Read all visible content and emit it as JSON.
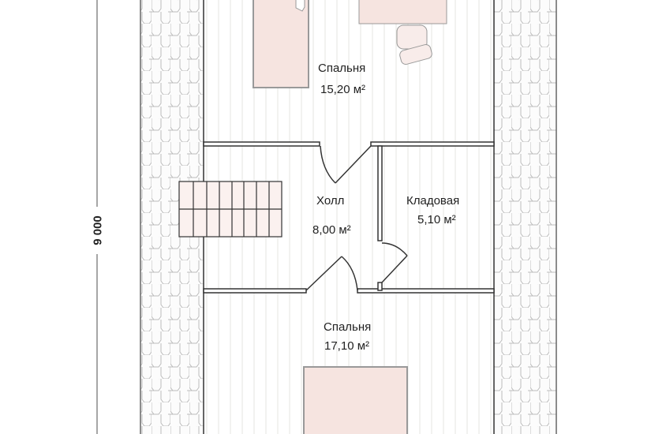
{
  "dimension": {
    "label": "9 000"
  },
  "rooms": [
    {
      "name": "Спальня",
      "area": "15,20 м²"
    },
    {
      "name": "Холл",
      "area": "8,00 м²"
    },
    {
      "name": "Кладовая",
      "area": "5,10 м²"
    },
    {
      "name": "Спальня",
      "area": "17,10 м²"
    }
  ],
  "colors": {
    "furniture": "#f6e4e0",
    "wall": "#333333",
    "shingle": "#bbbbbb"
  }
}
